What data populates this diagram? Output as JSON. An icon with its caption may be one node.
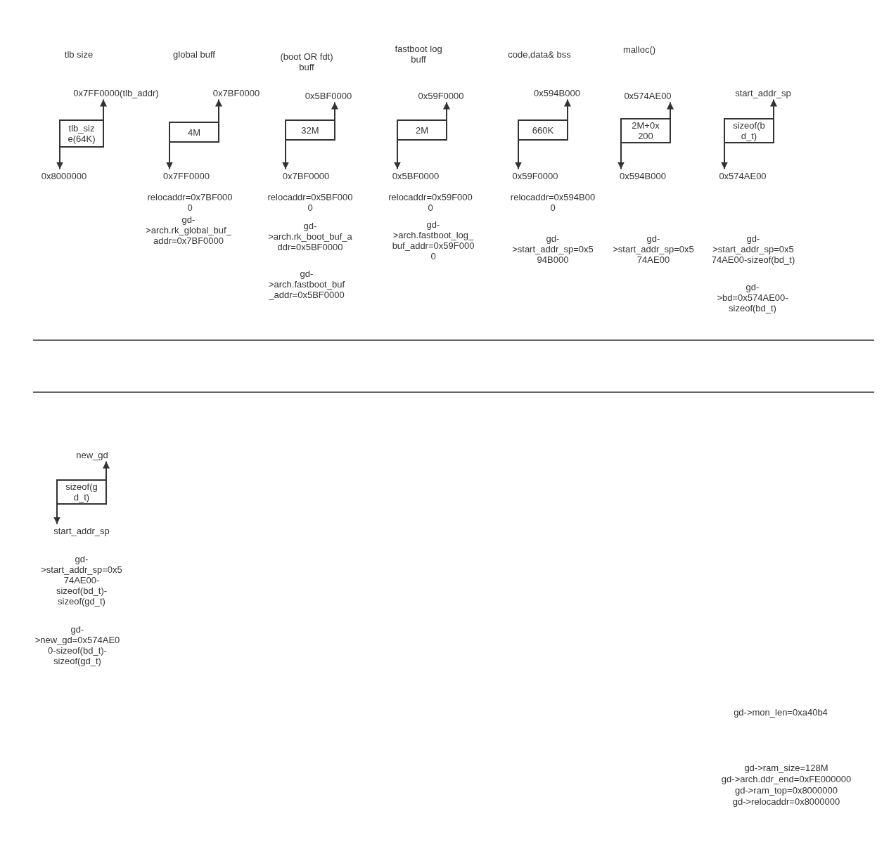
{
  "diagram": {
    "nodes": [
      {
        "text": [
          "tlb_siz e(64K)"
        ]
      },
      {
        "text": [
          "0x7FF0000(tlb_addr)"
        ]
      },
      {
        "text": [
          "0x8000000"
        ]
      },
      {
        "text": [
          "4M"
        ]
      },
      {
        "text": [
          "0x7BF0000"
        ]
      },
      {
        "text": [
          "0x7FF0000"
        ]
      },
      {
        "text": [
          "32M"
        ]
      },
      {
        "text": [
          "0x5BF0000"
        ]
      },
      {
        "text": [
          "0x7BF0000"
        ]
      },
      {
        "text": [
          "2M"
        ]
      },
      {
        "text": [
          "0x59F0000"
        ]
      },
      {
        "text": [
          "0x5BF0000"
        ]
      },
      {
        "text": [
          "660K"
        ]
      },
      {
        "text": [
          "0x594B000"
        ]
      },
      {
        "text": [
          "0x59F0000"
        ]
      },
      {
        "text": [
          "2M+0x 200"
        ]
      },
      {
        "text": [
          "0x574AE00"
        ]
      },
      {
        "text": [
          "0x594B000"
        ]
      },
      {
        "text": [
          "sizeof(b d_t)"
        ]
      },
      {
        "text": [
          "start_addr_sp"
        ]
      },
      {
        "text": [
          "0x574AE00"
        ]
      },
      {
        "text": [
          "sizeof(g d_t)"
        ]
      },
      {
        "text": [
          "new_gd"
        ]
      },
      {
        "text": [
          "start_addr_sp"
        ]
      }
    ],
    "edges": [
      {
        "from": 0,
        "to": 1,
        "arrow": "to"
      },
      {
        "from": 0,
        "to": 2,
        "arrow": "to"
      },
      {
        "from": 3,
        "to": 4,
        "arrow": "to"
      },
      {
        "from": 3,
        "to": 5,
        "arrow": "to"
      },
      {
        "from": 6,
        "to": 7,
        "arrow": "to"
      },
      {
        "from": 6,
        "to": 8,
        "arrow": "to"
      },
      {
        "from": 9,
        "to": 10,
        "arrow": "to"
      },
      {
        "from": 9,
        "to": 11,
        "arrow": "to"
      },
      {
        "from": 12,
        "to": 13,
        "arrow": "to"
      },
      {
        "from": 12,
        "to": 14,
        "arrow": "to"
      },
      {
        "from": 15,
        "to": 16,
        "arrow": "to"
      },
      {
        "from": 15,
        "to": 17,
        "arrow": "to"
      },
      {
        "from": 18,
        "to": 19,
        "arrow": "to"
      },
      {
        "from": 18,
        "to": 20,
        "arrow": "to"
      },
      {
        "from": 21,
        "to": 22,
        "arrow": "to"
      },
      {
        "from": 21,
        "to": 23,
        "arrow": "to"
      }
    ],
    "labels": [
      "tlb size",
      "global buff",
      "(boot OR fdt) buff",
      "fastboot log buff",
      "code,data& bss",
      "malloc()",
      "relocaddr=0x7BF000 0",
      "gd- >arch.rk_global_buf_ addr=0x7BF0000",
      "relocaddr=0x5BF000 0",
      "gd- >arch.rk_boot_buf_a ddr=0x5BF0000",
      "gd- >arch.fastboot_buf _addr=0x5BF0000",
      "relocaddr=0x59F000 0",
      "gd- >arch.fastboot_log_ buf_addr=0x59F000 0",
      "relocaddr=0x594B00 0",
      "gd- >start_addr_sp=0x5 94B000",
      "gd- >start_addr_sp=0x5 74AE00",
      "gd- >start_addr_sp=0x5 74AE00-sizeof(bd_t)",
      "gd- >bd=0x574AE00- sizeof(bd_t)",
      "gd- >start_addr_sp=0x5 74AE00- sizeof(bd_t)- sizeof(gd_t)",
      "gd- >new_gd=0x574AE0 0-sizeof(bd_t)- sizeof(gd_t)",
      "gd->mon_len=0xa40b4",
      "gd->ram_size=128M",
      "gd->arch.ddr_end=0xFE000000",
      "gd->ram_top=0x8000000",
      "gd->relocaddr=0x8000000"
    ]
  }
}
